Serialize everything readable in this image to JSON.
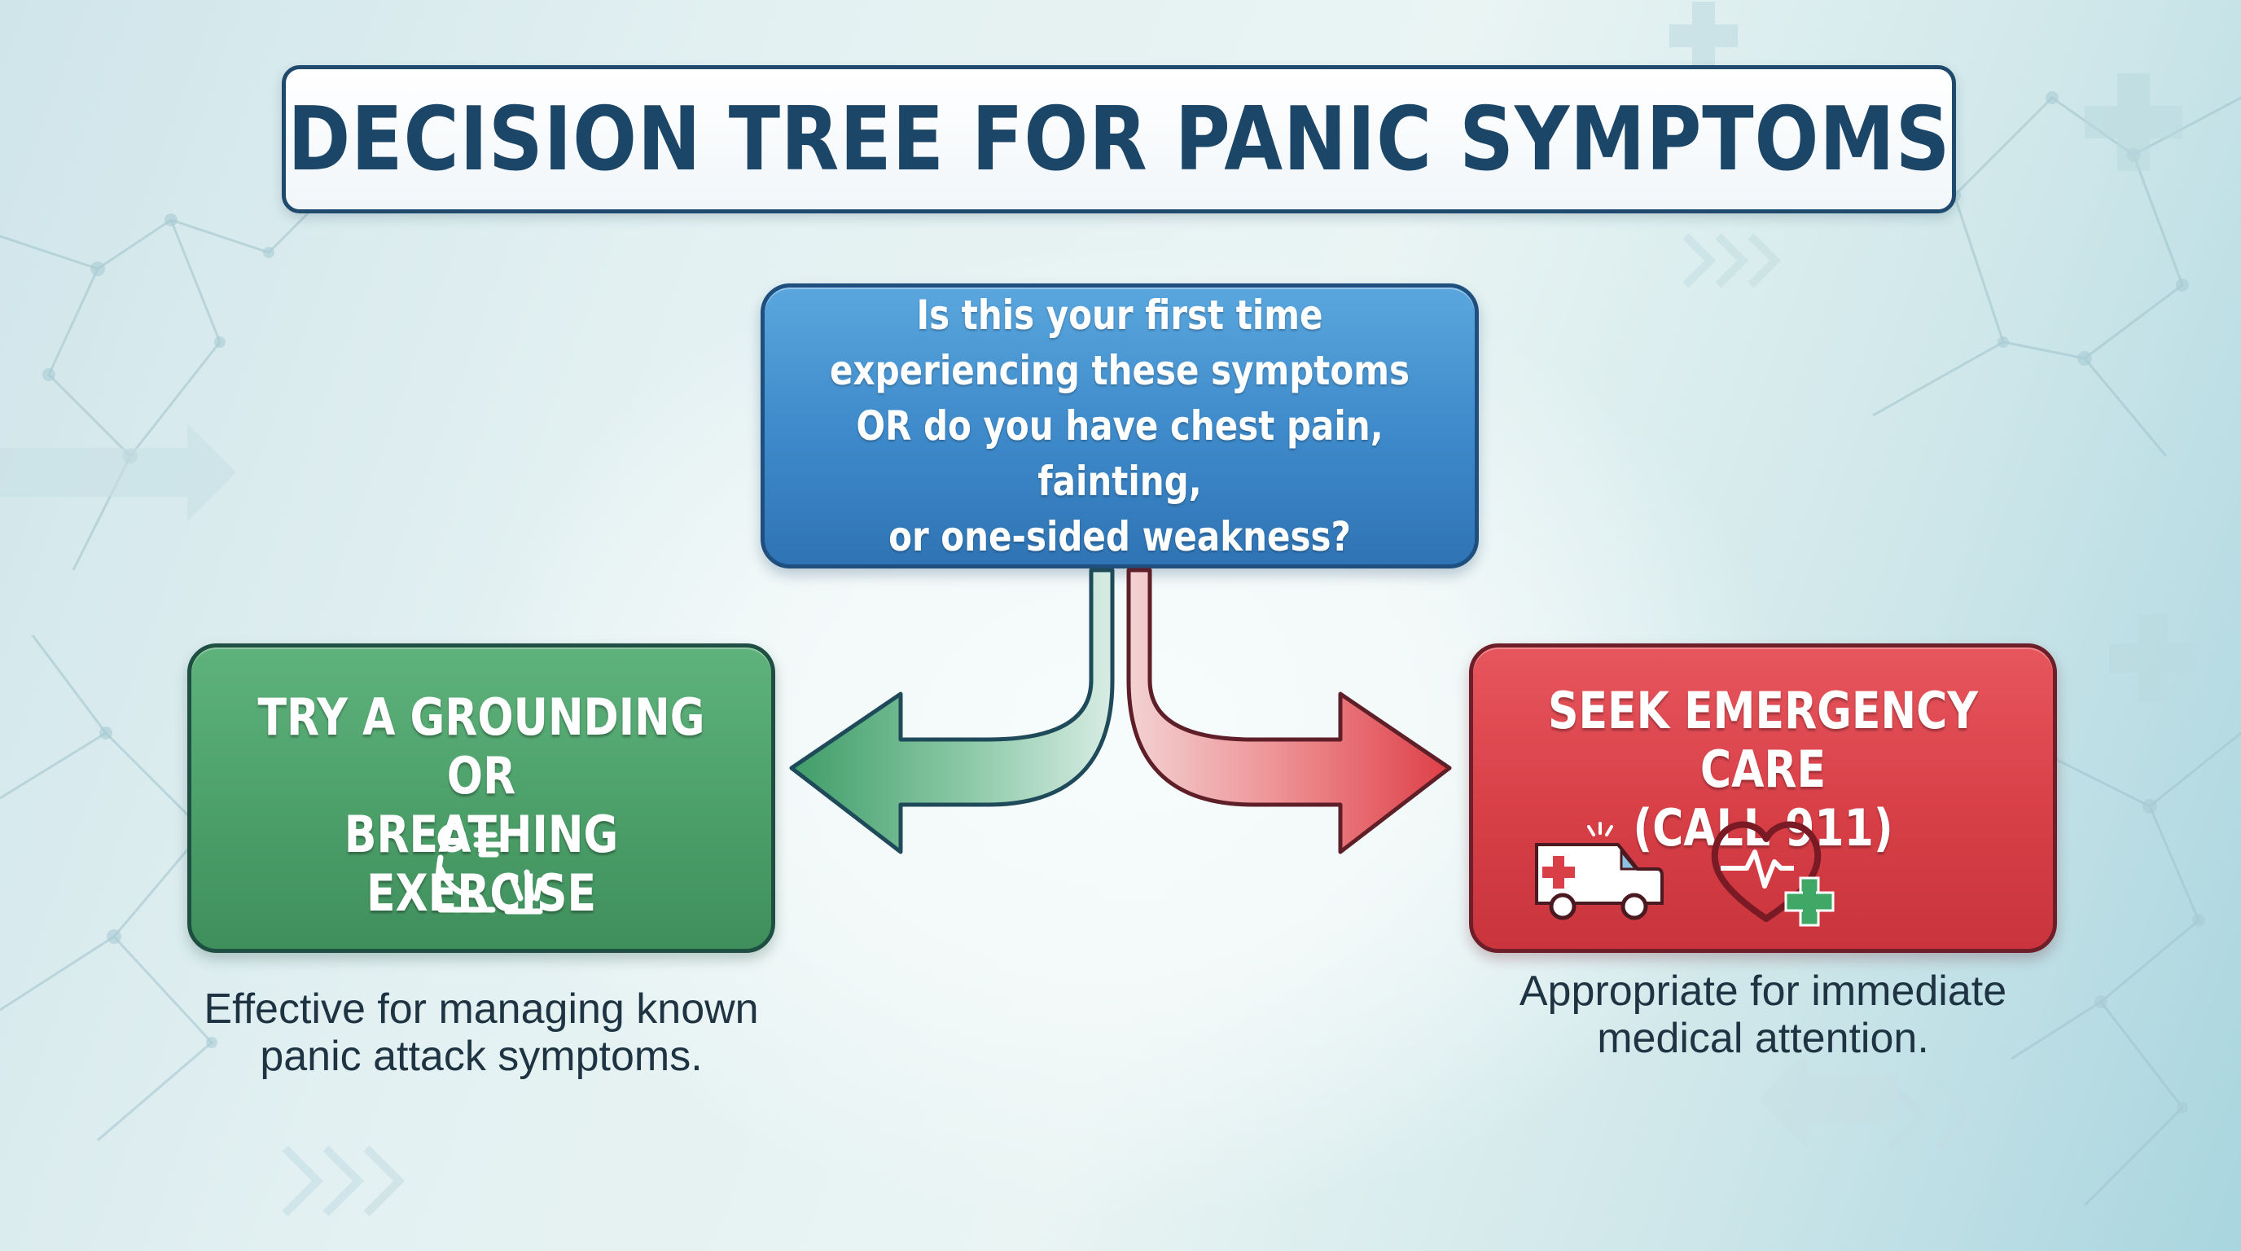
{
  "title": "DECISION TREE FOR PANIC SYMPTOMS",
  "question": {
    "text": "Is this your first time\nexperiencing these symptoms\nOR do you have chest pain, fainting,\nor one-sided weakness?"
  },
  "branches": {
    "left": {
      "title": "TRY A GROUNDING OR\nBREATHING EXERCISE",
      "caption": "Effective for managing known\npanic attack symptoms.",
      "icon": "breathing-person-icon",
      "color": "#4c9f69"
    },
    "right": {
      "title": "SEEK EMERGENCY CARE\n(CALL 911)",
      "caption": "Appropriate for immediate\nmedical attention.",
      "icons": [
        "ambulance-icon",
        "heart-plus-icon"
      ],
      "color": "#d83f47"
    }
  },
  "colors": {
    "title_text": "#1c4667",
    "question_box": "#3f8bcb",
    "left_arrow": "#4fa574",
    "right_arrow": "#e04a52"
  }
}
